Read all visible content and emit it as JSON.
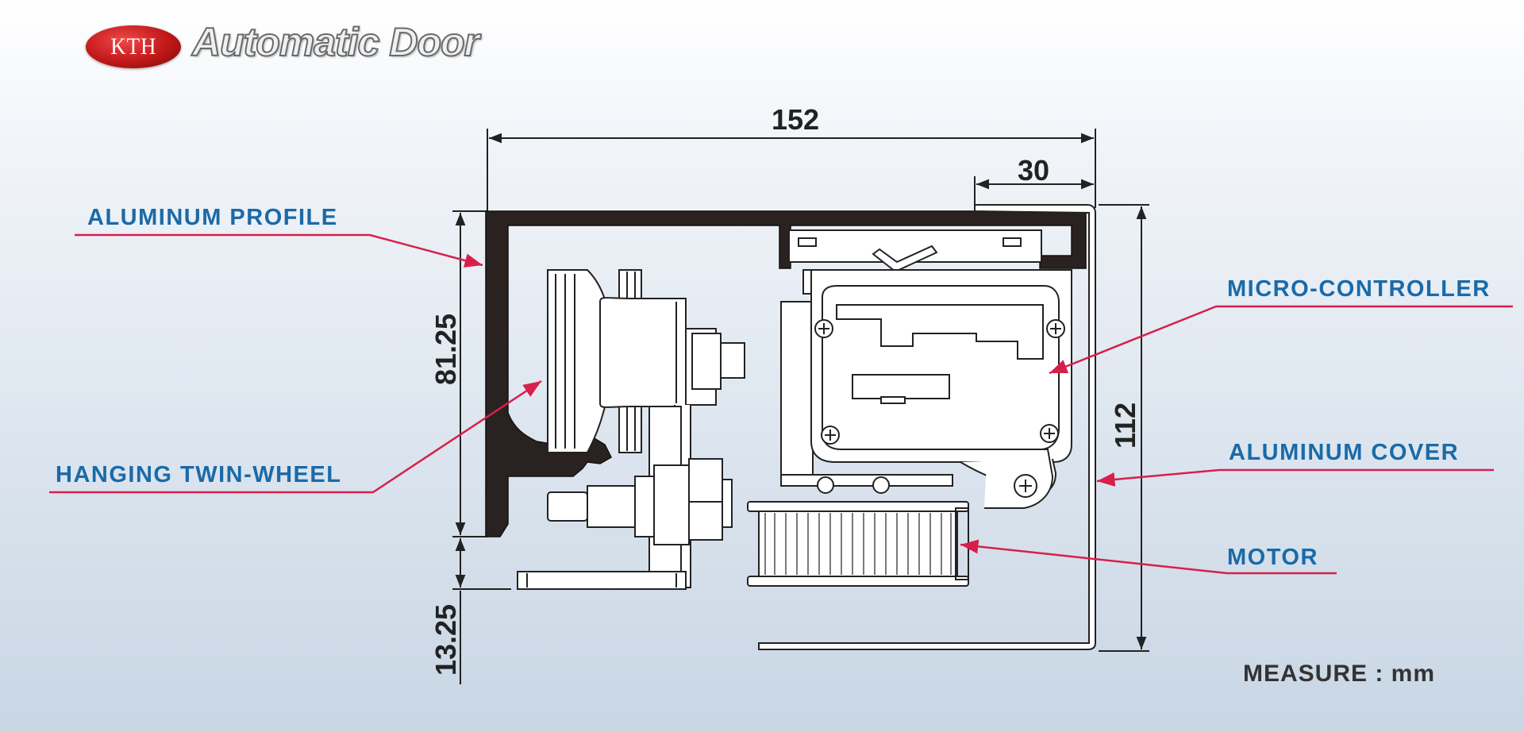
{
  "header": {
    "logo_mark": "KTH",
    "logo_title": "Automatic Door"
  },
  "dimensions": {
    "width_total": "152",
    "width_cover": "30",
    "height_profile": "81.25",
    "height_total": "112",
    "height_lower": "13.25"
  },
  "labels": {
    "aluminum_profile": "ALUMINUM  PROFILE",
    "hanging_twin_wheel": "HANGING TWIN-WHEEL",
    "micro_controller": "MICRO-CONTROLLER",
    "aluminum_cover": "ALUMINUM  COVER",
    "motor": "MOTOR"
  },
  "footer": {
    "measure_unit": "MEASURE : mm"
  },
  "colors": {
    "label_blue": "#1a6aa8",
    "leader_red": "#d81f4c",
    "profile_dark": "#2a2220",
    "line_dark": "#222222",
    "logo_red": "#c01818"
  }
}
